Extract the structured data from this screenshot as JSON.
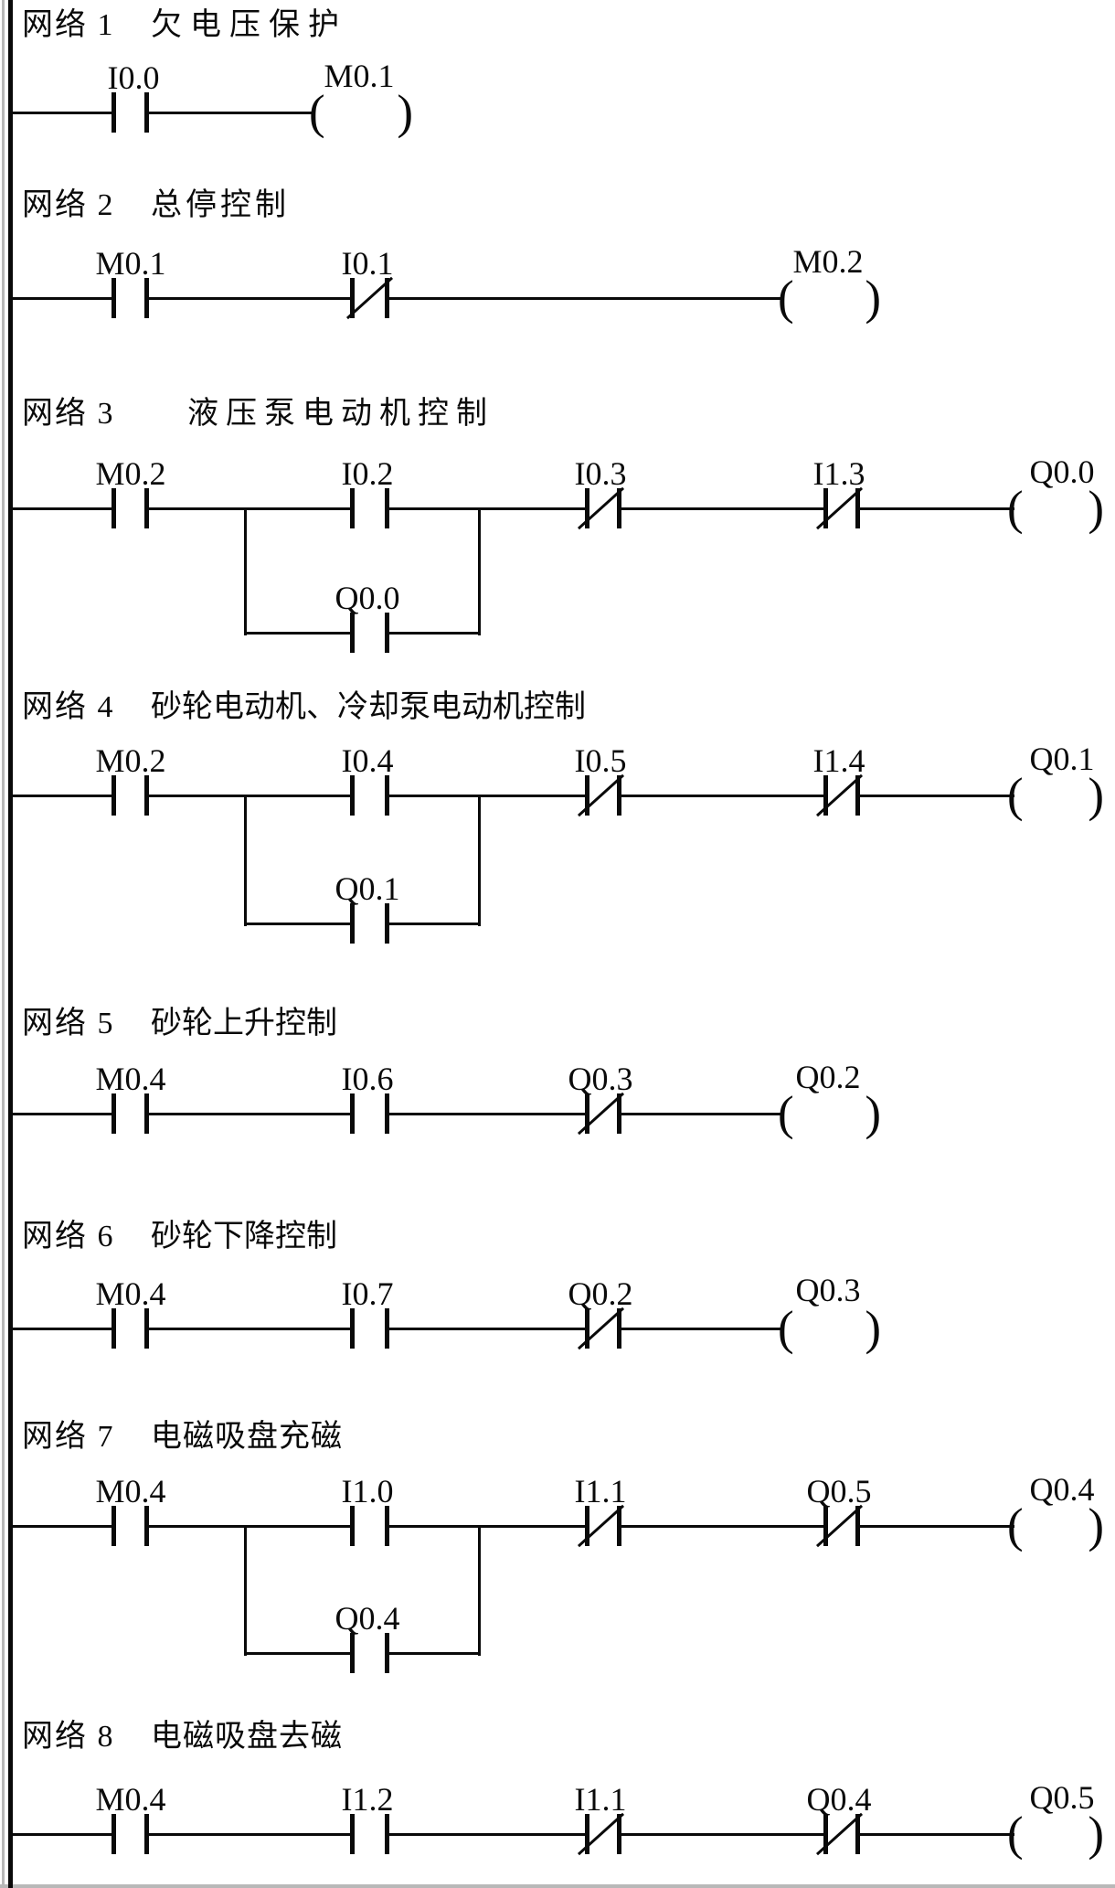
{
  "diagram": {
    "kind": "plc-ladder-diagram",
    "language": "zh-CN",
    "line_color": "#0a0a0a",
    "background": "#ffffff",
    "edge_color": "#b8b8b8"
  },
  "networks": [
    {
      "no": "网络 1",
      "title": "欠电压保护",
      "contacts": [
        {
          "label": "I0.0",
          "kind": "NO"
        }
      ],
      "coil": {
        "label": "M0.1"
      }
    },
    {
      "no": "网络 2",
      "title": "总停控制",
      "contacts": [
        {
          "label": "M0.1",
          "kind": "NO"
        },
        {
          "label": "I0.1",
          "kind": "NC"
        }
      ],
      "coil": {
        "label": "M0.2"
      }
    },
    {
      "no": "网络 3",
      "title": "液压泵电动机控制",
      "contacts": [
        {
          "label": "M0.2",
          "kind": "NO"
        },
        {
          "label": "I0.2",
          "kind": "NO"
        },
        {
          "label": "I0.3",
          "kind": "NC"
        },
        {
          "label": "I1.3",
          "kind": "NC"
        }
      ],
      "parallel": {
        "label": "Q0.0",
        "kind": "NO",
        "across": "I0.2"
      },
      "coil": {
        "label": "Q0.0"
      }
    },
    {
      "no": "网络 4",
      "title": "砂轮电动机、冷却泵电动机控制",
      "contacts": [
        {
          "label": "M0.2",
          "kind": "NO"
        },
        {
          "label": "I0.4",
          "kind": "NO"
        },
        {
          "label": "I0.5",
          "kind": "NC"
        },
        {
          "label": "I1.4",
          "kind": "NC"
        }
      ],
      "parallel": {
        "label": "Q0.1",
        "kind": "NO",
        "across": "I0.4"
      },
      "coil": {
        "label": "Q0.1"
      }
    },
    {
      "no": "网络 5",
      "title": "砂轮上升控制",
      "contacts": [
        {
          "label": "M0.4",
          "kind": "NO"
        },
        {
          "label": "I0.6",
          "kind": "NO"
        },
        {
          "label": "Q0.3",
          "kind": "NC"
        }
      ],
      "coil": {
        "label": "Q0.2"
      }
    },
    {
      "no": "网络 6",
      "title": "砂轮下降控制",
      "contacts": [
        {
          "label": "M0.4",
          "kind": "NO"
        },
        {
          "label": "I0.7",
          "kind": "NO"
        },
        {
          "label": "Q0.2",
          "kind": "NC"
        }
      ],
      "coil": {
        "label": "Q0.3"
      }
    },
    {
      "no": "网络 7",
      "title": "电磁吸盘充磁",
      "contacts": [
        {
          "label": "M0.4",
          "kind": "NO"
        },
        {
          "label": "I1.0",
          "kind": "NO"
        },
        {
          "label": "I1.1",
          "kind": "NC"
        },
        {
          "label": "Q0.5",
          "kind": "NC"
        }
      ],
      "parallel": {
        "label": "Q0.4",
        "kind": "NO",
        "across": "I1.0"
      },
      "coil": {
        "label": "Q0.4"
      }
    },
    {
      "no": "网络 8",
      "title": "电磁吸盘去磁",
      "contacts": [
        {
          "label": "M0.4",
          "kind": "NO"
        },
        {
          "label": "I1.2",
          "kind": "NO"
        },
        {
          "label": "I1.1",
          "kind": "NC"
        },
        {
          "label": "Q0.4",
          "kind": "NC"
        }
      ],
      "coil": {
        "label": "Q0.5"
      }
    }
  ]
}
